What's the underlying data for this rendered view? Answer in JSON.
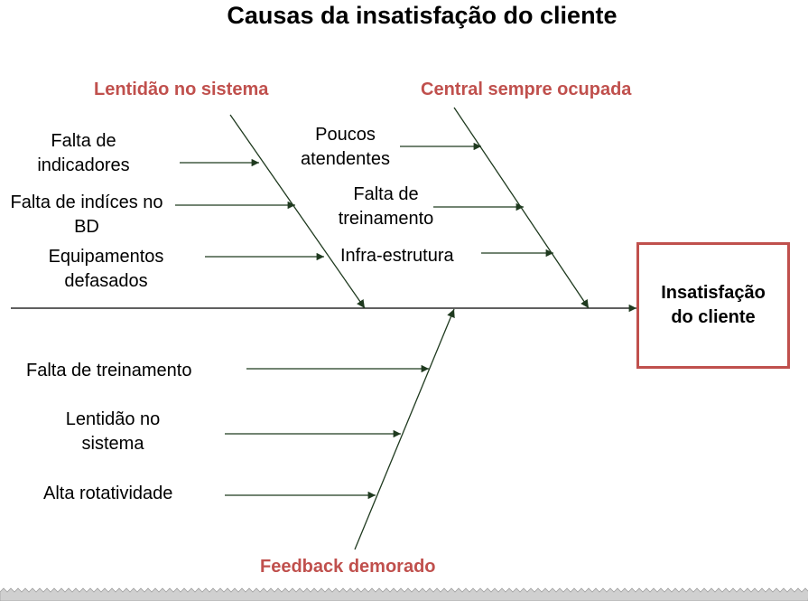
{
  "title": "Causas da insatisfação do cliente",
  "effect": "Insatisfação do cliente",
  "categories": [
    {
      "id": "lentidao",
      "label": "Lentidão no sistema",
      "causes": [
        "Falta de indicadores",
        "Falta de indíces no BD",
        "Equipamentos defasados"
      ]
    },
    {
      "id": "central",
      "label": "Central sempre ocupada",
      "causes": [
        "Poucos atendentes",
        "Falta de treinamento",
        "Infra-estrutura"
      ]
    },
    {
      "id": "feedback",
      "label": "Feedback demorado",
      "causes": [
        "Falta de treinamento",
        "Lentidão no sistema",
        "Alta rotatividade"
      ]
    }
  ],
  "colors": {
    "category": "#c0504d",
    "arrow": "#1f3a1f",
    "box": "#c0504d"
  }
}
